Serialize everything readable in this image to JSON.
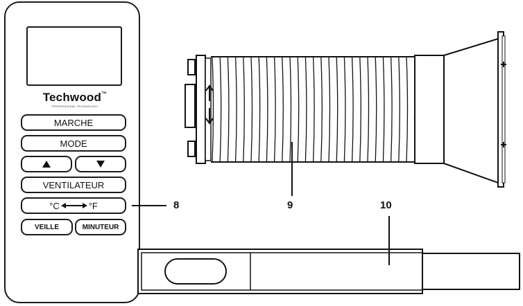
{
  "remote": {
    "brand": "Techwood",
    "brand_mark": "™",
    "tagline": "PROFESSIONAL TECHNOLOGY",
    "buttons": {
      "power": "MARCHE",
      "mode": "MODE",
      "up_icon": "up-triangle-icon",
      "down_icon": "down-triangle-icon",
      "fan": "VENTILATEUR",
      "temp_celsius": "°C",
      "temp_fahrenheit": "°F",
      "sleep": "VEILLE",
      "timer": "MINUTEUR"
    }
  },
  "callouts": {
    "remote_temp_button": "8",
    "exhaust_hose": "9",
    "window_kit": "10"
  },
  "icons": {
    "hose_arrow_symbol": "double-arrow-icon"
  }
}
